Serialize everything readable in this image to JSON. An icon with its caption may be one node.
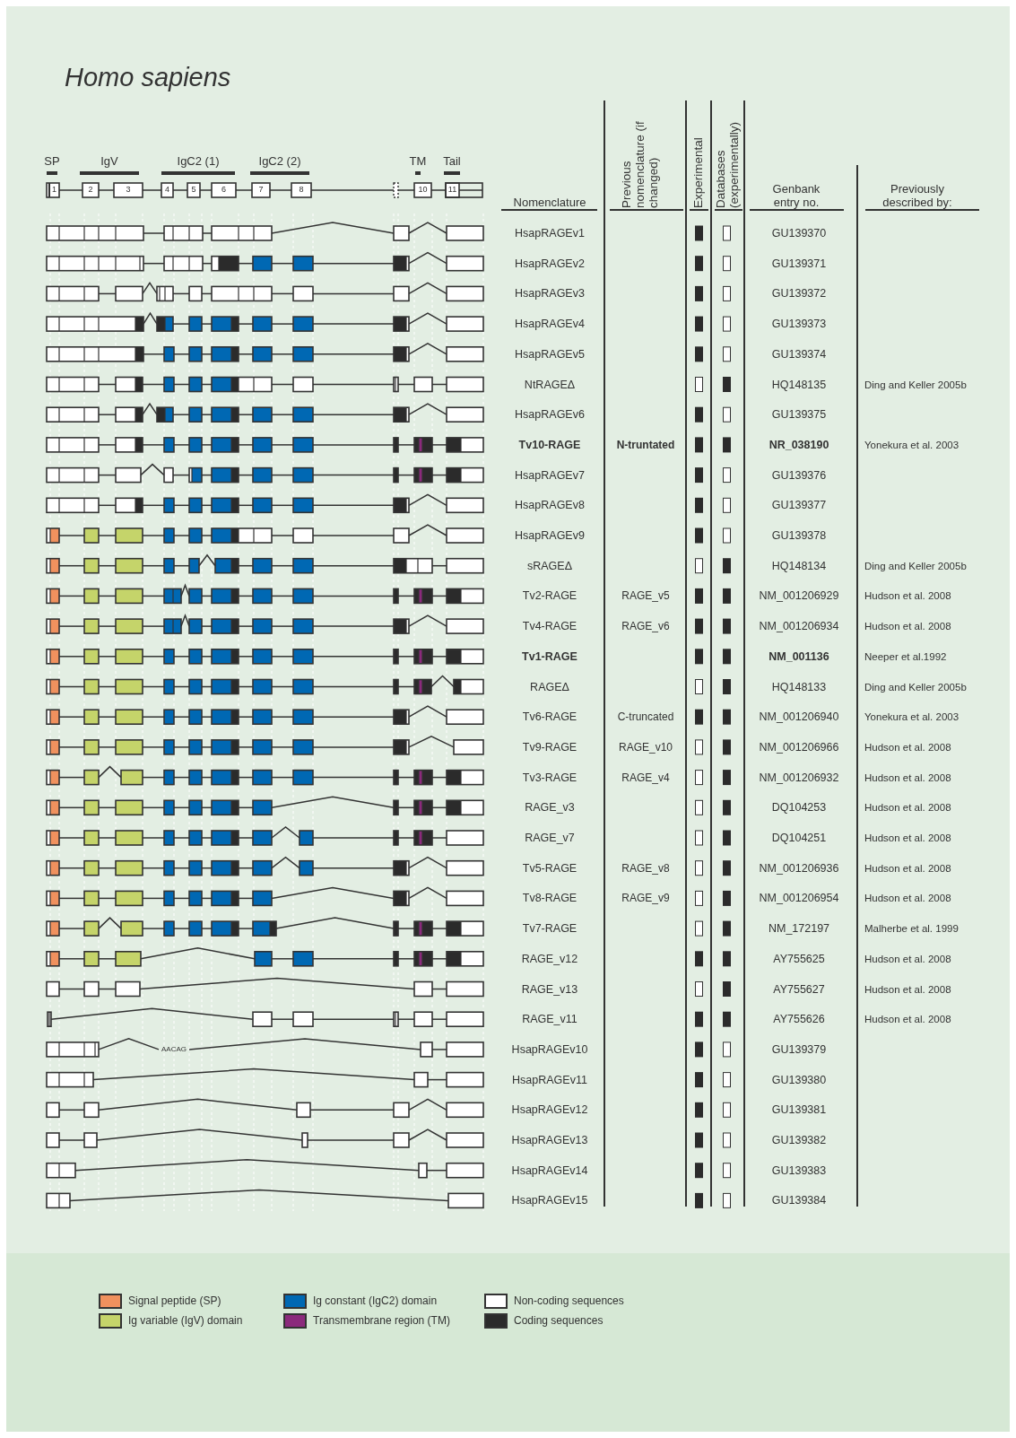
{
  "diagram": {
    "title": "Homo sapiens",
    "labels": [
      "SP",
      "IgV",
      "IgC2 (1)",
      "IgC2 (2)",
      "TM",
      "Tail",
      "1",
      "2",
      "3",
      "4",
      "5",
      "6",
      "7",
      "8",
      "10",
      "11",
      "Nomenclature",
      "Previous nomenclature (if changed)",
      "Experimental",
      "Databases (experimentally)",
      "Genbank entry no.",
      "Previously described by:",
      "HsapRAGEv1",
      "GU139370",
      "HsapRAGEv2",
      "GU139371",
      "HsapRAGEv3",
      "GU139372",
      "HsapRAGEv4",
      "GU139373",
      "HsapRAGEv5",
      "GU139374",
      "NtRAGEΔ",
      "HQ148135",
      "Ding and Keller 2005b",
      "HsapRAGEv6",
      "GU139375",
      "**Tv10-RAGE**",
      "**N-truntated**",
      "**NR_038190**",
      "Yonekura et al. 2003",
      "HsapRAGEv7",
      "GU139376",
      "HsapRAGEv8",
      "GU139377",
      "HsapRAGEv9",
      "GU139378",
      "sRAGEΔ",
      "HQ148134",
      "Ding and Keller 2005b",
      "Tv2-RAGE",
      "RAGE_v5",
      "NM_001206929",
      "Hudson et al. 2008",
      "Tv4-RAGE",
      "RAGE_v6",
      "NM_001206934",
      "Hudson et al. 2008",
      "**Tv1-RAGE**",
      "**NM_001136**",
      "Neeper et al.1992",
      "RAGEΔ",
      "HQ148133",
      "Ding and Keller 2005b",
      "Tv6-RAGE",
      "C-truncated",
      "NM_001206940",
      "Yonekura et al. 2003",
      "Tv9-RAGE",
      "RAGE_v10",
      "NM_001206966",
      "Hudson et al. 2008",
      "Tv3-RAGE",
      "RAGE_v4",
      "NM_001206932",
      "Hudson et al. 2008",
      "RAGE_v3",
      "DQ104253",
      "Hudson et al. 2008",
      "RAGE_v7",
      "DQ104251",
      "Hudson et al. 2008",
      "Tv5-RAGE",
      "RAGE_v8",
      "NM_001206936",
      "Hudson et al. 2008",
      "Tv8-RAGE",
      "RAGE_v9",
      "NM_001206954",
      "Hudson et al. 2008",
      "Tv7-RAGE",
      "NM_172197",
      "Malherbe et al. 1999",
      "RAGE_v12",
      "AY755625",
      "Hudson et al. 2008",
      "RAGE_v13",
      "AY755627",
      "Hudson et al. 2008",
      "RAGE_v11",
      "AY755626",
      "Hudson et al. 2008",
      "AACAG",
      "HsapRAGEv10",
      "GU139379",
      "HsapRAGEv11",
      "GU139380",
      "HsapRAGEv12",
      "GU139381",
      "HsapRAGEv13",
      "GU139382",
      "HsapRAGEv14",
      "GU139383",
      "HsapRAGEv15",
      "GU139384"
    ],
    "legend": [
      {
        "text": "Signal peptide (SP)",
        "color": "#f0915e"
      },
      {
        "text": "Ig constant (IgC2) domain",
        "color": "#0068b3"
      },
      {
        "text": "Non-coding sequences",
        "color": "#ffffff"
      },
      {
        "text": "Ig variable (IgV) domain",
        "color": "#c5d46a"
      },
      {
        "text": "Transmembrane region (TM)",
        "color": "#8b2a7c"
      },
      {
        "text": "Coding sequences",
        "color": "#2b2b2b"
      }
    ]
  }
}
